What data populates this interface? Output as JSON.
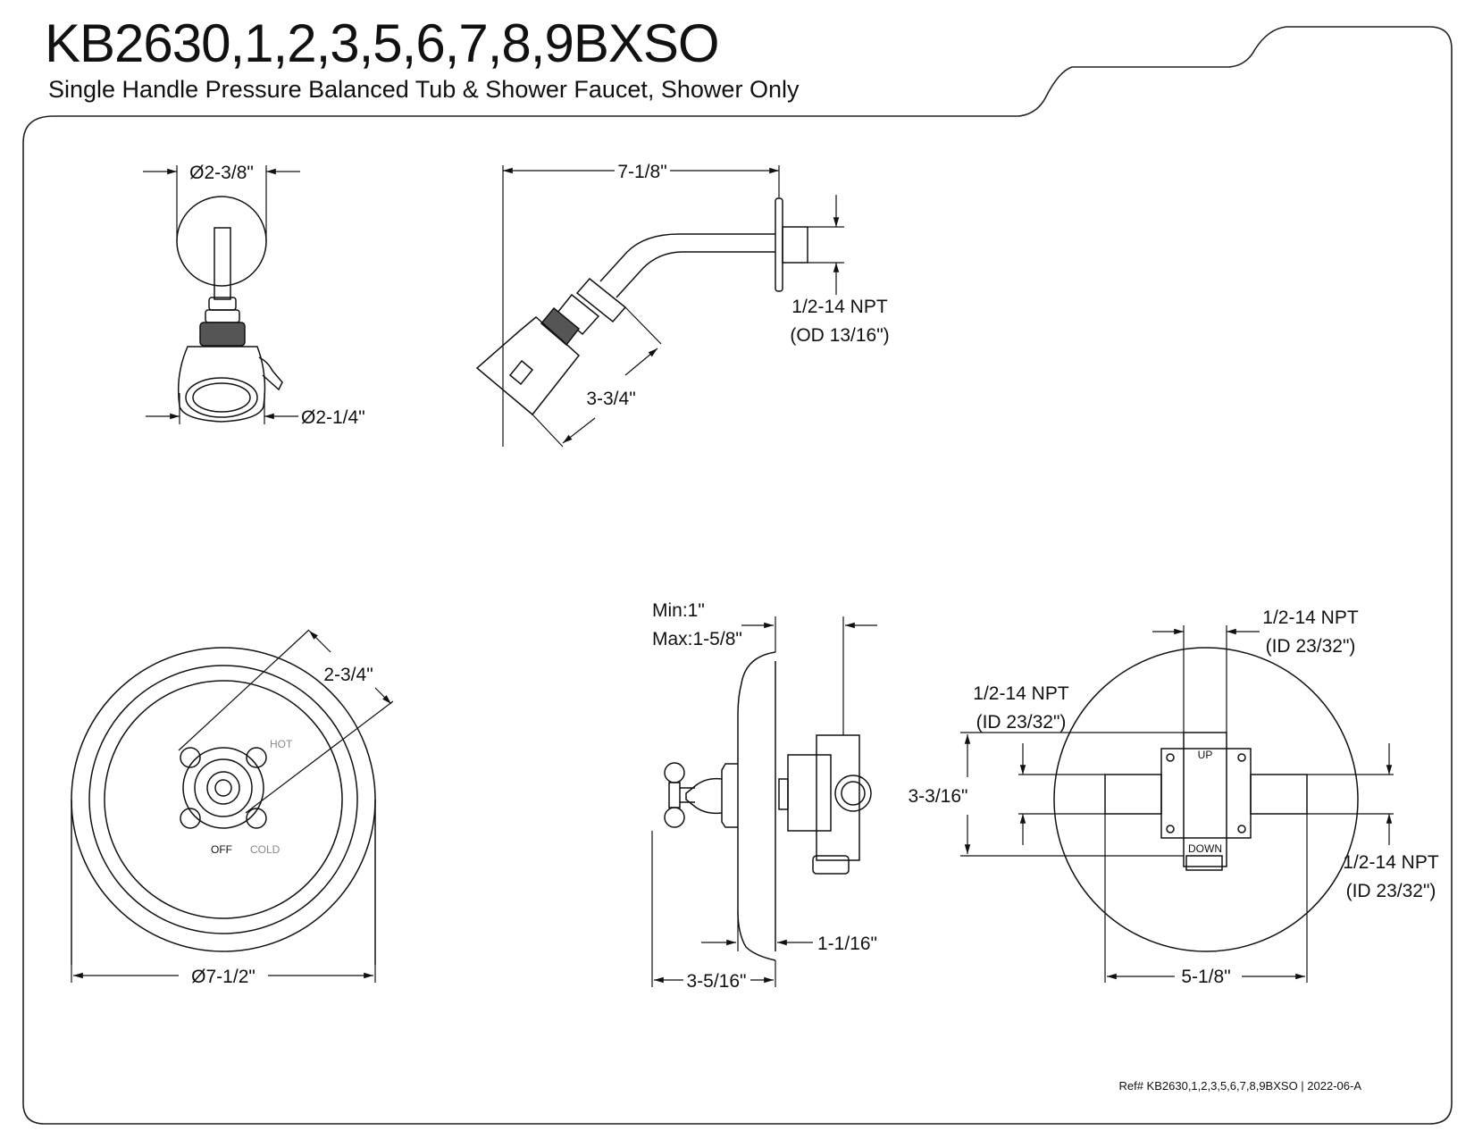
{
  "header": {
    "model": "KB2630,1,2,3,5,6,7,8,9BXSO",
    "description": "Single Handle Pressure Balanced Tub & Shower Faucet, Shower Only"
  },
  "showerhead_front": {
    "flange_dia": "Ø2-3/8\"",
    "head_dia": "Ø2-1/4\""
  },
  "showerhead_side": {
    "reach": "7-1/8\"",
    "head_depth": "3-3/4\"",
    "thread": "1/2-14 NPT",
    "thread_od": "(OD 13/16\")"
  },
  "valve_front": {
    "handle_span": "2-3/4\"",
    "hot_label": "HOT",
    "cold_label": "COLD",
    "off_label": "OFF",
    "plate_dia": "Ø7-1/2\""
  },
  "valve_side": {
    "wall_min": "Min:1\"",
    "wall_max": "Max:1-5/8\"",
    "plate_offset": "1-1/16\"",
    "handle_depth": "3-5/16\""
  },
  "valve_rear": {
    "top_thread": "1/2-14 NPT",
    "top_thread_id": "(ID 23/32\")",
    "left_thread": "1/2-14 NPT",
    "left_thread_id": "(ID 23/32\")",
    "right_thread": "1/2-14 NPT",
    "right_thread_id": "(ID 23/32\")",
    "height": "3-3/16\"",
    "width": "5-1/8\"",
    "up_label": "UP",
    "down_label": "DOWN"
  },
  "footer": {
    "reference": "Ref# KB2630,1,2,3,5,6,7,8,9BXSO | 2022-06-A"
  }
}
